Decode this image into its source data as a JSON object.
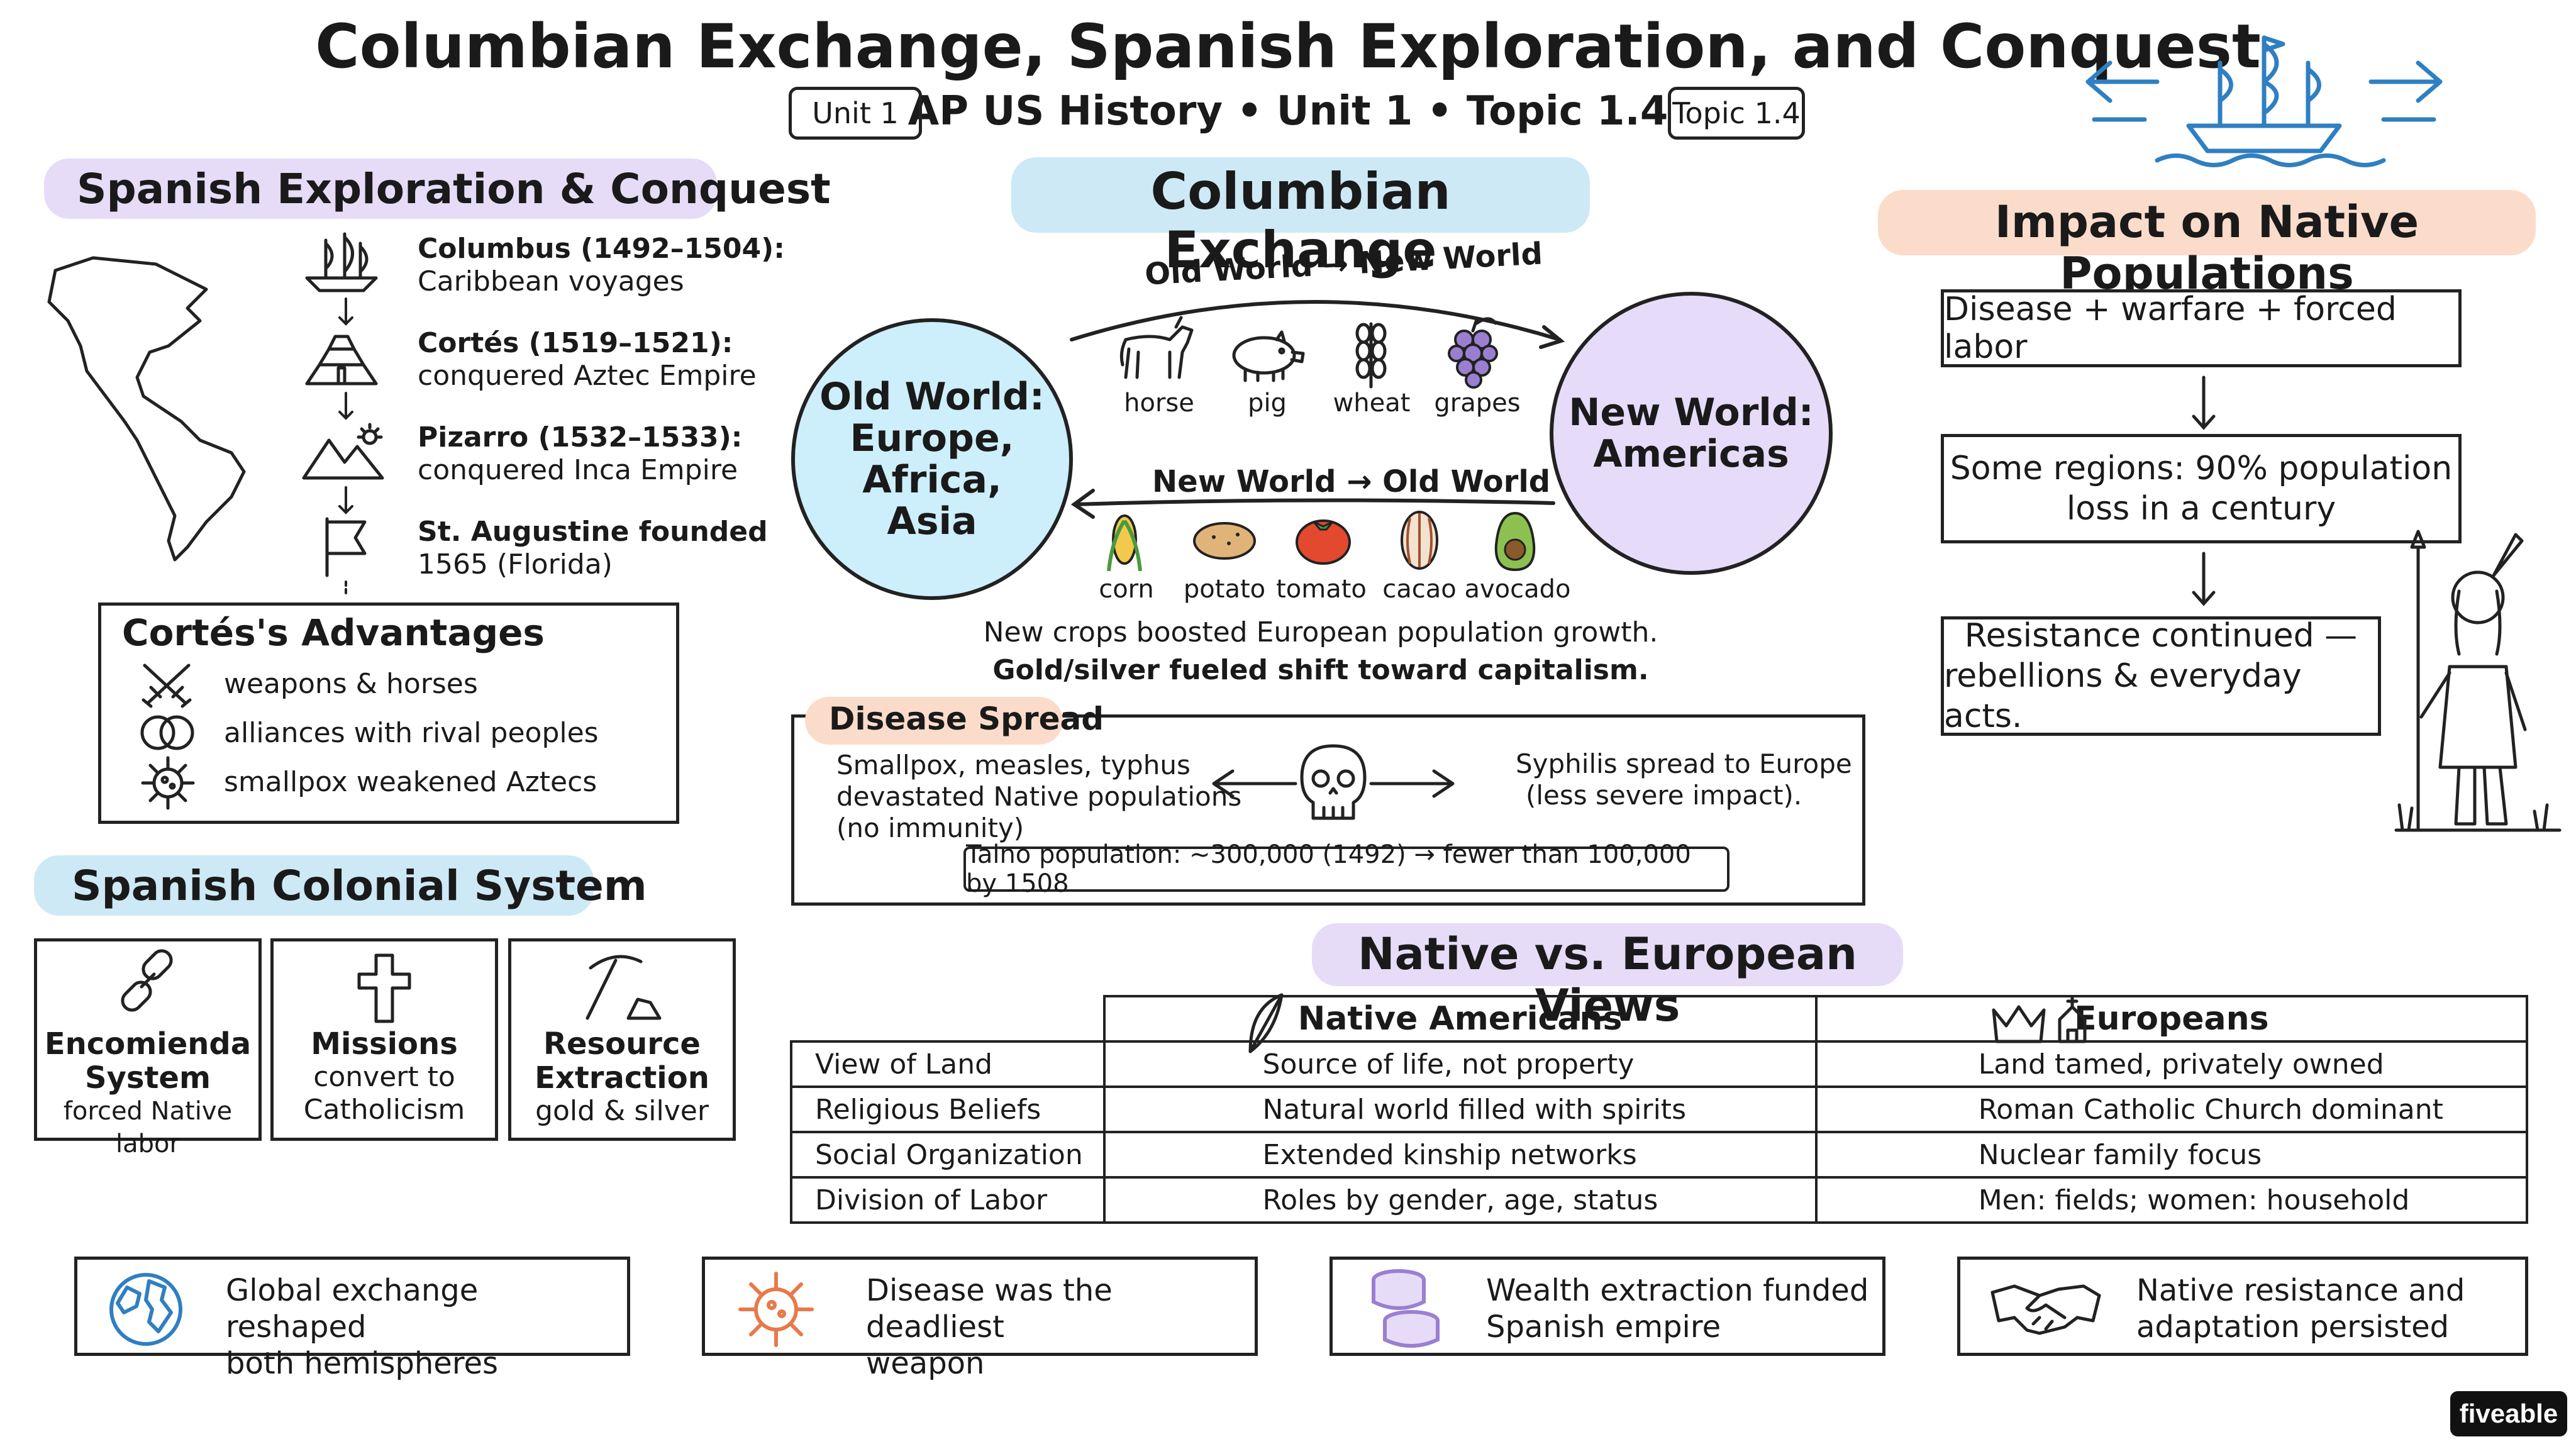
{
  "header": {
    "title": "Columbian Exchange, Spanish Exploration, and Conquest",
    "subtitle": "AP US History • Unit 1 • Topic 1.4",
    "unit_badge": "Unit 1",
    "topic_badge": "Topic 1.4"
  },
  "spanish_exploration": {
    "heading": "Spanish Exploration & Conquest",
    "timeline": [
      {
        "title": "Columbus (1492–1504):",
        "text": "Caribbean voyages",
        "icon": "ship-icon"
      },
      {
        "title": "Cortés (1519–1521):",
        "text": "conquered Aztec Empire",
        "icon": "pyramid-icon"
      },
      {
        "title": "Pizarro (1532–1533):",
        "text": "conquered Inca Empire",
        "icon": "mountains-icon"
      },
      {
        "title": "St. Augustine founded",
        "text": "1565 (Florida)",
        "icon": "flag-icon"
      }
    ],
    "advantages": {
      "heading": "Cortés's Advantages",
      "items": [
        {
          "text": "weapons & horses",
          "icon": "crossed-swords-icon"
        },
        {
          "text": "alliances with rival peoples",
          "icon": "linked-rings-icon"
        },
        {
          "text": "smallpox weakened Aztecs",
          "icon": "virus-icon"
        }
      ]
    }
  },
  "colonial_system": {
    "heading": "Spanish Colonial System",
    "boxes": [
      {
        "title1": "Encomienda",
        "title2": "System",
        "sub1": "forced Native labor",
        "sub2": "",
        "icon": "chain-icon"
      },
      {
        "title1": "Missions",
        "title2": "",
        "sub1": "convert to",
        "sub2": "Catholicism",
        "icon": "cross-icon"
      },
      {
        "title1": "Resource",
        "title2": "Extraction",
        "sub1": "gold & silver",
        "sub2": "",
        "icon": "pickaxe-icon"
      }
    ]
  },
  "columbian_exchange": {
    "heading": "Columbian Exchange",
    "old_world": {
      "line1": "Old World:",
      "line2": "Europe, Africa,",
      "line3": "Asia"
    },
    "new_world": {
      "line1": "New World:",
      "line2": "Americas"
    },
    "to_new_label": "Old World → New World",
    "to_old_label": "New World → Old World",
    "to_new_items": [
      {
        "label": "horse",
        "icon": "horse-icon"
      },
      {
        "label": "pig",
        "icon": "pig-icon"
      },
      {
        "label": "wheat",
        "icon": "wheat-icon"
      },
      {
        "label": "grapes",
        "icon": "grapes-icon"
      }
    ],
    "to_old_items": [
      {
        "label": "corn",
        "icon": "corn-icon"
      },
      {
        "label": "potato",
        "icon": "potato-icon"
      },
      {
        "label": "tomato",
        "icon": "tomato-icon"
      },
      {
        "label": "cacao",
        "icon": "cacao-icon"
      },
      {
        "label": "avocado",
        "icon": "avocado-icon"
      }
    ],
    "note1": "New crops boosted European population growth.",
    "note2": "Gold/silver fueled shift toward capitalism."
  },
  "disease": {
    "heading": "Disease Spread",
    "left1": "Smallpox, measles, typhus",
    "left2": "devastated Native populations",
    "left3": "(no immunity)",
    "right1": "Syphilis spread to Europe",
    "right2": "(less severe impact).",
    "taino": "Taino population: ~300,000 (1492) → fewer than 100,000 by 1508"
  },
  "impact": {
    "heading": "Impact on Native Populations",
    "steps": [
      {
        "line1": "Disease + warfare + forced labor",
        "line2": ""
      },
      {
        "line1": "Some regions: 90% population",
        "line2": "loss in a century"
      },
      {
        "line1": "Resistance continued —",
        "line2": "rebellions & everyday acts."
      }
    ]
  },
  "views": {
    "heading": "Native vs. European Views",
    "col_native": "Native Americans",
    "col_euro": "Europeans",
    "rows": [
      {
        "label": "View of Land",
        "native": "Source of life, not property",
        "euro": "Land tamed, privately owned"
      },
      {
        "label": "Religious Beliefs",
        "native": "Natural world filled with spirits",
        "euro": "Roman Catholic Church dominant"
      },
      {
        "label": "Social Organization",
        "native": "Extended kinship networks",
        "euro": "Nuclear family focus"
      },
      {
        "label": "Division of Labor",
        "native": "Roles by gender, age, status",
        "euro": "Men: fields; women: household"
      }
    ]
  },
  "takeaways": [
    {
      "line1": "Global exchange reshaped",
      "line2": "both hemispheres",
      "icon": "globe-icon",
      "color": "#2f7fc1"
    },
    {
      "line1": "Disease was the deadliest",
      "line2": "weapon",
      "icon": "virus-icon",
      "color": "#e8794a"
    },
    {
      "line1": "Wealth extraction funded",
      "line2": "Spanish empire",
      "icon": "coins-icon",
      "color": "#9a7fd1"
    },
    {
      "line1": "Native resistance and",
      "line2": "adaptation persisted",
      "icon": "handshake-icon",
      "color": "#222222"
    }
  ],
  "brand": "fiveable",
  "colors": {
    "purple_highlight": "#e6dcf7",
    "blue_highlight": "#cde9f6",
    "peach_highlight": "#fbdccb",
    "old_world_circle": "#cdeefb",
    "new_world_circle": "#e6dcf9"
  }
}
